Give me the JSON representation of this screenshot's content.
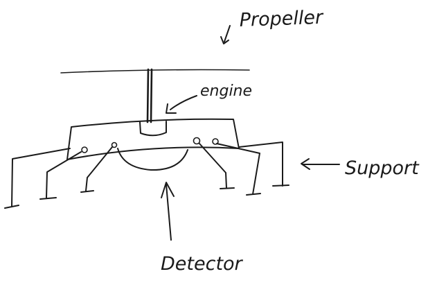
{
  "diagram": {
    "labels": {
      "propeller": "Propeller",
      "engine": "engine",
      "support": "Support",
      "detector": "Detector"
    },
    "ink_color": "#1a1a1a",
    "background": "#ffffff"
  }
}
